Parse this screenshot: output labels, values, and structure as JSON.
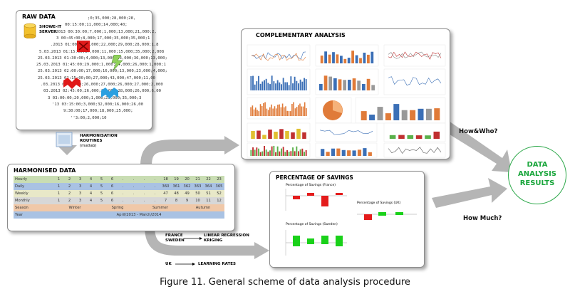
{
  "raw": {
    "title": "RAW DATA",
    "server_label_1": "SHOWE-IT",
    "server_label_2": "SERVER",
    "lines": [
      ";0;35,000;28,000;28,",
      "00:15:00;11,000;14,000;40;",
      ".2013 00:30:00;7,000;1,000;13,000;21,000;2,",
      "3 00:45:00;8,000;17,000;35,000;35,000;1",
      ".2013 01:00:00;8,000;22,000;29,000;28,000;1,8",
      "5.03.2013 01:15:00;17,000;11,000;15,000;35,000;2,008",
      "25.03.2013 01:30:00;4,000;13,000;23,000;36,000;13,000;",
      "25.03.2013 01:45:00;29,000;1,000;14,000;26,000;1,000;1",
      "25.03.2013 02:00:00;17,000;16,000;13,000;23,000;4,000;",
      "25.03.2013 02:15:00;00;27,000;43,000;47,000;11,00",
      ".03.2013 02:30:00;26,000;27,000;26,000;27,000;2,000",
      "03.2013 02:45:00;26,000;28,000;28,000;26,000;6,00",
      "3 03:00:00;20,000;1,000;25,000;35,000;3",
      "'13 03:15:00;3,000;32,000;16,000;26,00",
      "9:30:00;17,000;18,000;25,000;",
      "''3:00;2,000;10"
    ]
  },
  "harmonisation": {
    "line1": "HARMONISATION",
    "line2": "ROUTINES",
    "line3": "(matlab)"
  },
  "harmonised": {
    "title": "HARMONISED DATA",
    "rows": [
      {
        "label": "Hourly",
        "cells": [
          "1",
          "2",
          "3",
          "4",
          "5",
          "6",
          ".",
          ".",
          ".",
          ".",
          "18",
          "19",
          "20",
          "21",
          "22",
          "23"
        ],
        "color": "#c9ddb3"
      },
      {
        "label": "Daily",
        "cells": [
          "1",
          "2",
          "3",
          "4",
          "5",
          "6",
          ".",
          ".",
          ".",
          ".",
          "360",
          "361",
          "362",
          "363",
          "364",
          "365"
        ],
        "color": "#a9c2e3"
      },
      {
        "label": "Weekly",
        "cells": [
          "1",
          "2",
          "3",
          "4",
          "5",
          "6",
          ".",
          ".",
          ".",
          ".",
          "47",
          "48",
          "49",
          "50",
          "51",
          "52"
        ],
        "color": "#e8e8c8"
      },
      {
        "label": "Monthly",
        "cells": [
          "1",
          "2",
          "3",
          "4",
          "5",
          "6",
          ".",
          ".",
          ".",
          ".",
          "7",
          "8",
          "9",
          "10",
          "11",
          "12"
        ],
        "color": "#d7d7d7"
      }
    ],
    "season_label": "Season",
    "seasons": [
      "Winter",
      "Spring",
      "Summer",
      "Autumn"
    ],
    "season_color": "#f0c8a8",
    "year_label": "Year",
    "year_value": "April/2013 - March/2014",
    "year_color": "#a9c2e3"
  },
  "complementary": {
    "title": "COMPLEMENTARY ANALYSIS"
  },
  "savings": {
    "title": "PERCENTAGE OF SAVINGS",
    "chart_france": "Percentage of Savings (France)",
    "chart_uk": "Percentage of Savings (UK)",
    "chart_sweden": "Percentage of Savings (Sweden)"
  },
  "methods": {
    "france": "FRANCE",
    "sweden": "SWEDEN",
    "uk": "UK",
    "linear_1": "LINEAR REGRESSION",
    "kriging": "KRIGING",
    "learning": "LEARNING RATES"
  },
  "arrows": {
    "how_who": "How&Who?",
    "how_much": "How Much?"
  },
  "results": {
    "line1": "DATA",
    "line2": "ANALYSIS",
    "line3": "RESULTS",
    "color": "#1aa63c"
  },
  "caption": "Figure 11. General scheme of data analysis procedure"
}
